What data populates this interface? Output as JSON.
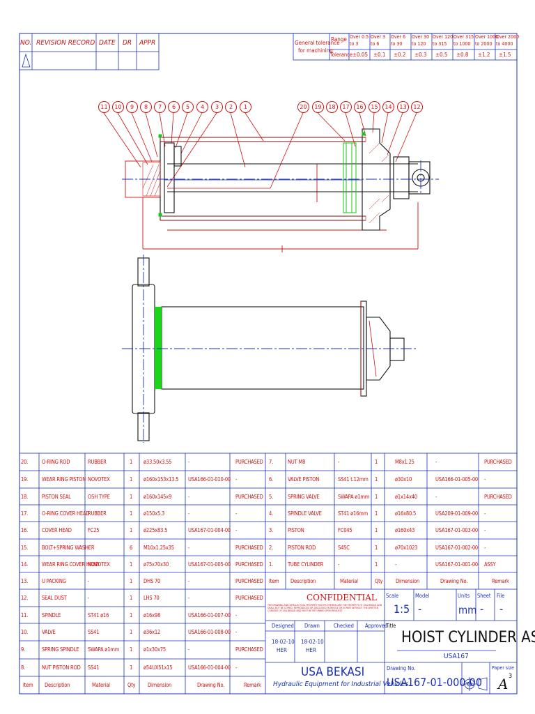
{
  "revision_header": {
    "no": "NO.",
    "record": "REVISION RECORD",
    "date": "DATE",
    "dr": "DR",
    "appr": "APPR"
  },
  "tolerance": {
    "title_line1": "General tolerance",
    "title_line2": "for machining",
    "range_label": "Range",
    "tolerance_label": "Tolerance",
    "ranges": [
      {
        "l1": "Over  0.5",
        "l2": "to       3"
      },
      {
        "l1": "Over    3",
        "l2": "to       6"
      },
      {
        "l1": "Over    6",
        "l2": "to      30"
      },
      {
        "l1": "Over   30",
        "l2": "to     120"
      },
      {
        "l1": "Over  120",
        "l2": "to     315"
      },
      {
        "l1": "Over  315",
        "l2": "to    1000"
      },
      {
        "l1": "Over 1000",
        "l2": "to    2000"
      },
      {
        "l1": "Over 2000",
        "l2": "to    4000"
      }
    ],
    "values": [
      "±0.05",
      "±0.1",
      "±0.2",
      "±0.3",
      "±0.5",
      "±0.8",
      "±1.2",
      "±1.5"
    ]
  },
  "balloons": [
    "11",
    "10",
    "9",
    "8",
    "7",
    "6",
    "5",
    "4",
    "3",
    "2",
    "1",
    "20",
    "19",
    "18",
    "17",
    "16",
    "15",
    "14",
    "13",
    "12"
  ],
  "bom_left": [
    {
      "item": "20.",
      "desc": "O-RING ROD",
      "mat": "RUBBER",
      "qty": "1",
      "dim": "ø33.50x3.55",
      "dwg": "-",
      "rem": "PURCHASED"
    },
    {
      "item": "19.",
      "desc": "WEAR RING PISTON",
      "mat": "NOVOTEX",
      "qty": "1",
      "dim": "ø160x153x13.5",
      "dwg": "USA166-01-010-00",
      "rem": "-"
    },
    {
      "item": "18.",
      "desc": "PISTON SEAL",
      "mat": "OSH TYPE",
      "qty": "1",
      "dim": "ø160x145x9",
      "dwg": "-",
      "rem": "PURCHASED"
    },
    {
      "item": "17.",
      "desc": "O-RING COVER HEAD",
      "mat": "RUBBER",
      "qty": "1",
      "dim": "ø150x5.3",
      "dwg": "-",
      "rem": "-"
    },
    {
      "item": "16.",
      "desc": "COVER HEAD",
      "mat": "FC25",
      "qty": "1",
      "dim": "ø225x83.5",
      "dwg": "USA167-01-004-00",
      "rem": "-"
    },
    {
      "item": "15.",
      "desc": "BOLT+SPRING WASHER",
      "mat": "-",
      "qty": "6",
      "dim": "M10x1.25x35",
      "dwg": "-",
      "rem": "PURCHASED"
    },
    {
      "item": "14.",
      "desc": "WEAR RING COVER HEAD",
      "mat": "NOVOTEX",
      "qty": "1",
      "dim": "ø75x70x30",
      "dwg": "USA167-01-005-00",
      "rem": "PURCHASED"
    },
    {
      "item": "13.",
      "desc": "U PACKING",
      "mat": "-",
      "qty": "1",
      "dim": "DHS 70",
      "dwg": "-",
      "rem": "PURCHASED"
    },
    {
      "item": "12.",
      "desc": "SEAL DUST",
      "mat": "-",
      "qty": "1",
      "dim": "LHS 70",
      "dwg": "-",
      "rem": "PURCHASED"
    },
    {
      "item": "11.",
      "desc": "SPINDLE",
      "mat": "ST41 ø16",
      "qty": "1",
      "dim": "ø16x98",
      "dwg": "USA166-01-007-00",
      "rem": "-"
    },
    {
      "item": "10.",
      "desc": "VALVE",
      "mat": "SS41",
      "qty": "1",
      "dim": "ø36x12",
      "dwg": "USA166-01-008-00",
      "rem": "-"
    },
    {
      "item": "9.",
      "desc": "SPRING SPINDLE",
      "mat": "SWAPA ø1mm",
      "qty": "1",
      "dim": "ø1x30x75",
      "dwg": "-",
      "rem": "PURCHASED"
    },
    {
      "item": "8.",
      "desc": "NUT PISTON ROD",
      "mat": "SS41",
      "qty": "1",
      "dim": "ø54UX51x15",
      "dwg": "USA166-01-004-00",
      "rem": "-"
    }
  ],
  "bom_right": [
    {
      "item": "7.",
      "desc": "NUT M8",
      "mat": "-",
      "qty": "1",
      "dim": "M8x1.25",
      "dwg": "-",
      "rem": "PURCHASED"
    },
    {
      "item": "6.",
      "desc": "VALVE PISTON",
      "mat": "SS41 t.12mm",
      "qty": "1",
      "dim": "ø30x10",
      "dwg": "USA166-01-005-00",
      "rem": "-"
    },
    {
      "item": "5.",
      "desc": "SPRING VALVE",
      "mat": "SWAPA ø1mm",
      "qty": "1",
      "dim": "ø1x14x40",
      "dwg": "-",
      "rem": "PURCHASED"
    },
    {
      "item": "4.",
      "desc": "SPINDLE VALVE",
      "mat": "ST41 ø16mm",
      "qty": "1",
      "dim": "ø16x80.5",
      "dwg": "USA209-01-009-00",
      "rem": "-"
    },
    {
      "item": "3.",
      "desc": "PISTON",
      "mat": "FC045",
      "qty": "1",
      "dim": "ø160x43",
      "dwg": "USA167-01-003-00",
      "rem": "-"
    },
    {
      "item": "2.",
      "desc": "PISTON ROD",
      "mat": "S45C",
      "qty": "1",
      "dim": "ø70x1023",
      "dwg": "USA167-01-002-00",
      "rem": "-"
    },
    {
      "item": "1.",
      "desc": "TUBE CYLINDER",
      "mat": "-",
      "qty": "1",
      "dim": "-",
      "dwg": "USA167-01-001-00",
      "rem": "ASSY"
    }
  ],
  "bom_header": {
    "item": "Item",
    "desc": "Description",
    "mat": "Material",
    "qty": "Qty",
    "dim": "Dimension",
    "dwg": "Drawing No.",
    "rem": "Remark"
  },
  "title_block": {
    "confidential": "CONFIDENTIAL",
    "scale_label": "Scale",
    "scale": "1:5",
    "model_label": "Model",
    "model": "-",
    "units_label": "Units",
    "units": "mm",
    "sheet_label": "Sheet",
    "sheet": "-",
    "file_label": "File",
    "file": "-",
    "designed": "Designed",
    "drawn": "Drawn",
    "checked": "Checked",
    "approved": "Approved",
    "designed_date": "18-02-10",
    "designed_by": "HER",
    "drawn_date": "18-02-10",
    "drawn_by": "HER",
    "title_label": "Title",
    "title": "HOIST CYLINDER ASSY",
    "subtitle": "USA167",
    "company": "USA BEKASI",
    "tagline": "Hydraulic Equipment for Industrial Vehicles",
    "drawing_no_label": "Drawing No.",
    "drawing_no": "USA167-01-000-00",
    "paper_label": "Paper size",
    "paper": "A",
    "paper_sup": "3"
  }
}
